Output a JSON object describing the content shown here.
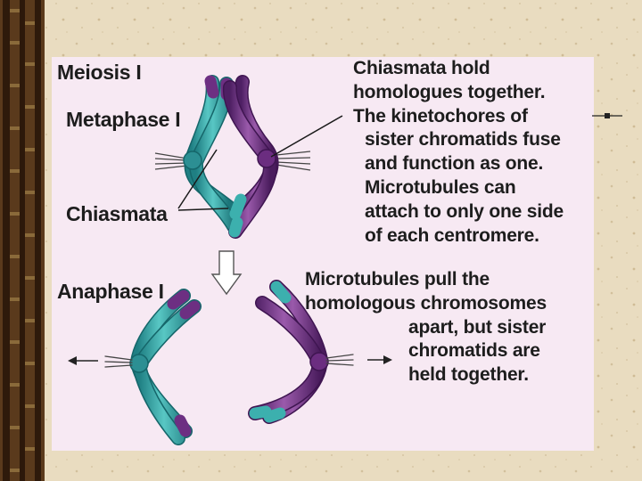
{
  "labels": {
    "meiosis": "Meiosis I",
    "metaphase": "Metaphase I",
    "chiasmata": "Chiasmata",
    "anaphase": "Anaphase I"
  },
  "notes": {
    "chiasmata_note": [
      "Chiasmata hold",
      "homologues together.",
      "The kinetochores of",
      "sister chromatids fuse",
      "and function as one.",
      "Microtubules can",
      "attach to only one side",
      "of each centromere."
    ],
    "anaphase_note": [
      "Microtubules pull the",
      "homologous chromosomes",
      "apart, but sister",
      "chromatids are",
      "held together."
    ]
  },
  "colors": {
    "panel": "#f7e9f3",
    "teal_chromosome": "#3fb1b0",
    "purple_chromosome": "#7a3a8c",
    "background": "#e9dcc0",
    "binding": "#3a2412"
  }
}
